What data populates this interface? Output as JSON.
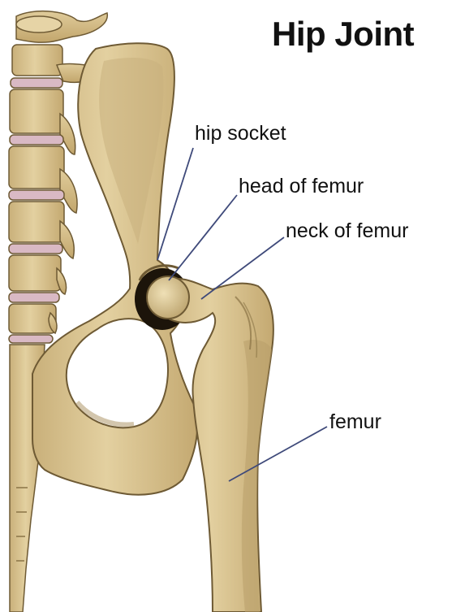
{
  "title": "Hip Joint",
  "labels": {
    "hip_socket": "hip socket",
    "head_of_femur": "head of femur",
    "neck_of_femur": "neck of femur",
    "femur": "femur"
  },
  "colors": {
    "bone": "#dcc694",
    "bone_shadow": "#b89e6a",
    "bone_outline": "#6e5a34",
    "disc": "#d9b9c4",
    "leader_line": "#3f4a7a",
    "text": "#111111",
    "background": "#ffffff"
  }
}
